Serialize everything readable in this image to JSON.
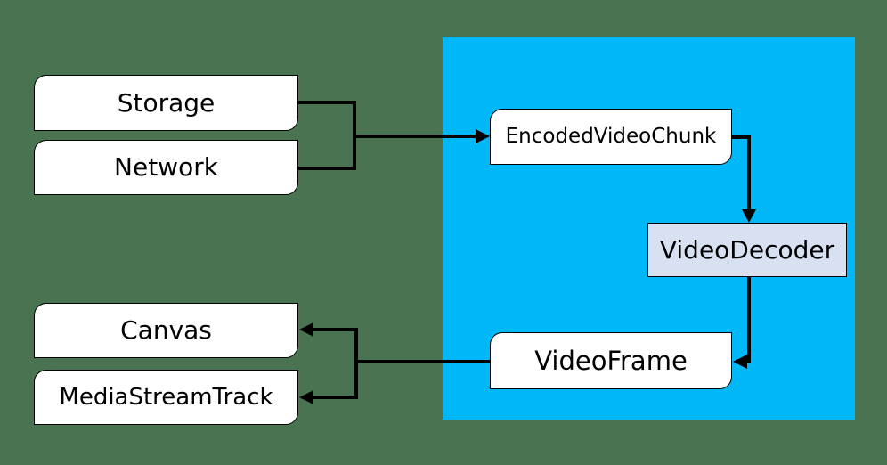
{
  "diagram": {
    "type": "flow-diagram",
    "description_of_flow": "decode pipeline",
    "nodes": {
      "storage": {
        "label": "Storage"
      },
      "network": {
        "label": "Network"
      },
      "encoded_video_chunk": {
        "label": "EncodedVideoChunk"
      },
      "video_decoder": {
        "label": "VideoDecoder"
      },
      "video_frame": {
        "label": "VideoFrame"
      },
      "canvas": {
        "label": "Canvas"
      },
      "media_stream_track": {
        "label": "MediaStreamTrack"
      }
    },
    "edges": [
      {
        "from": "storage",
        "to": "encoded_video_chunk"
      },
      {
        "from": "network",
        "to": "encoded_video_chunk"
      },
      {
        "from": "encoded_video_chunk",
        "to": "video_decoder"
      },
      {
        "from": "video_decoder",
        "to": "video_frame"
      },
      {
        "from": "video_frame",
        "to": "canvas"
      },
      {
        "from": "video_frame",
        "to": "media_stream_track"
      }
    ]
  },
  "colors": {
    "page-bg": "#497351",
    "region-bg": "#00B8F8",
    "node-bg": "#FFFFFF",
    "decoder-bg": "#D7E1F2",
    "node-border": "#000000",
    "connector": "#000000",
    "text": "#000000"
  }
}
